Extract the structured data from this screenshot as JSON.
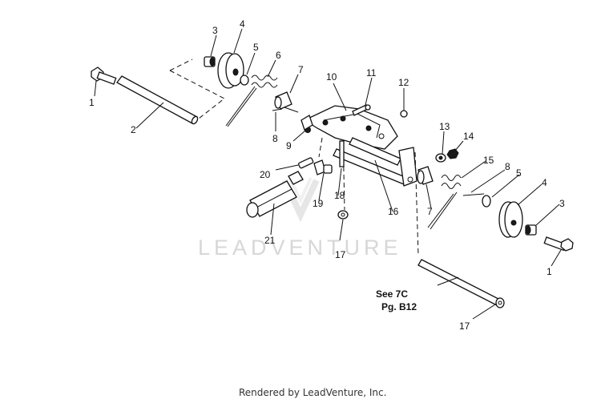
{
  "callouts": {
    "c1a": "1",
    "c2": "2",
    "c3a": "3",
    "c4a": "4",
    "c5a": "5",
    "c6": "6",
    "c7a": "7",
    "c8a": "8",
    "c9": "9",
    "c10": "10",
    "c11": "11",
    "c12": "12",
    "c13": "13",
    "c14": "14",
    "c15": "15",
    "c8b": "8",
    "c5b": "5",
    "c4b": "4",
    "c3b": "3",
    "c1b": "1",
    "c16": "16",
    "c7b": "7",
    "c18": "18",
    "c19": "19",
    "c20": "20",
    "c21": "21",
    "c17a": "17",
    "c17b": "17"
  },
  "note": {
    "line1": "See 7C",
    "line2": "Pg. B12"
  },
  "watermark": "LEADVENTURE",
  "footer": "Rendered by LeadVenture, Inc."
}
